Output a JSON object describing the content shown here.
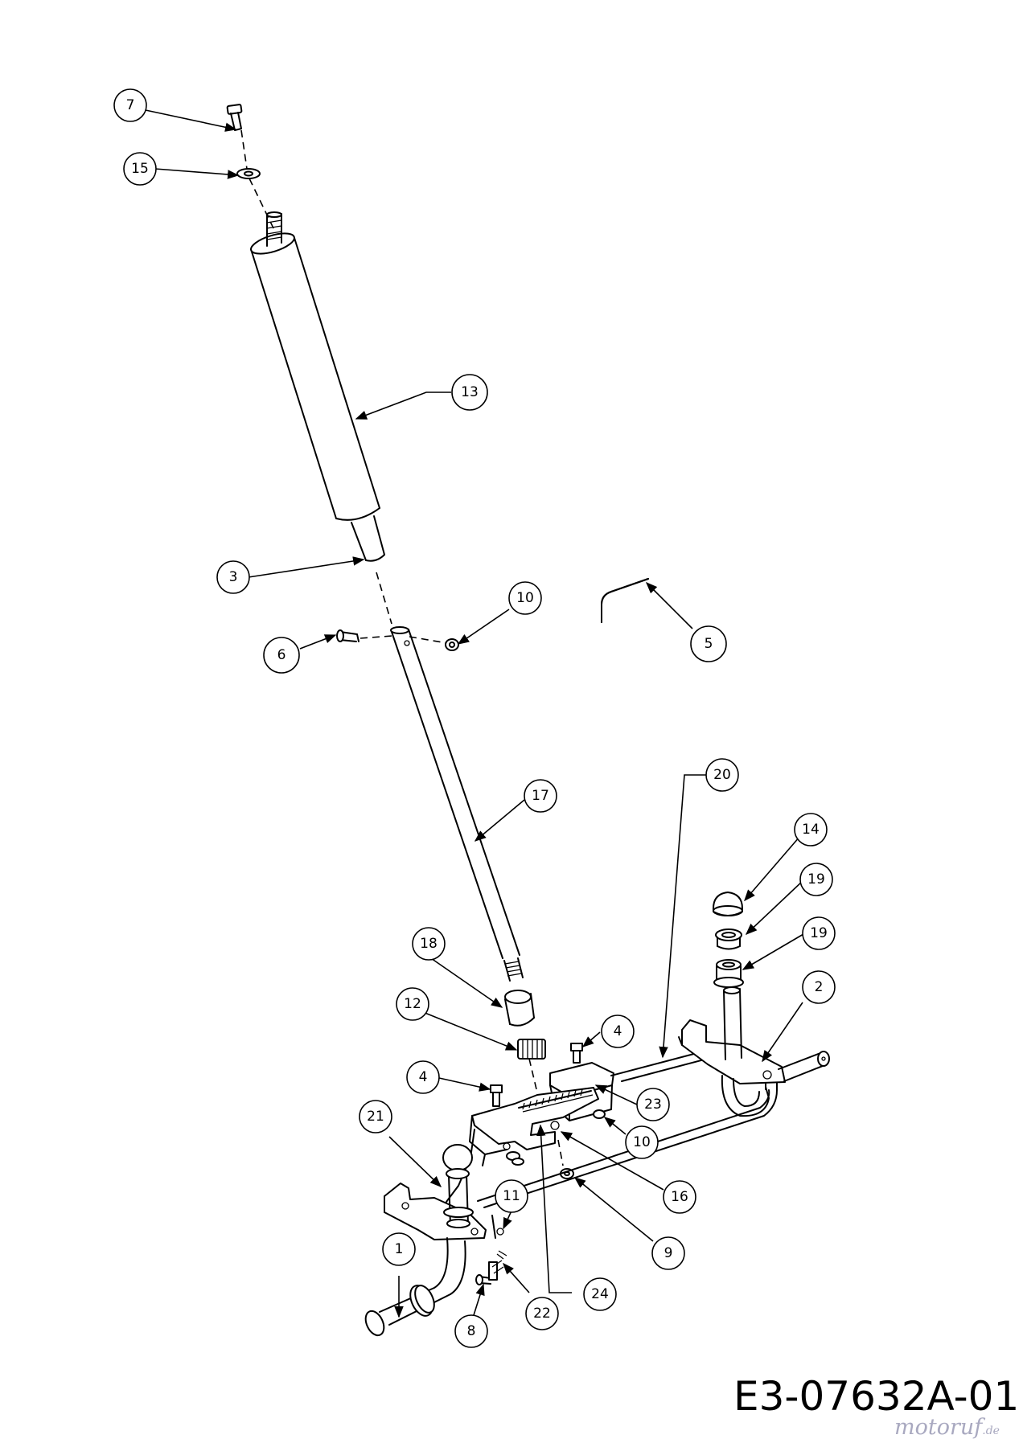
{
  "drawing_number": "E3-07632A-01",
  "watermark": {
    "name": "motoruf",
    "tld": ".de"
  },
  "callouts": [
    "7",
    "15",
    "13",
    "3",
    "10",
    "5",
    "6",
    "17",
    "20",
    "14",
    "19",
    "19",
    "18",
    "2",
    "12",
    "4",
    "4",
    "23",
    "10",
    "21",
    "16",
    "11",
    "9",
    "1",
    "24",
    "22",
    "8"
  ]
}
